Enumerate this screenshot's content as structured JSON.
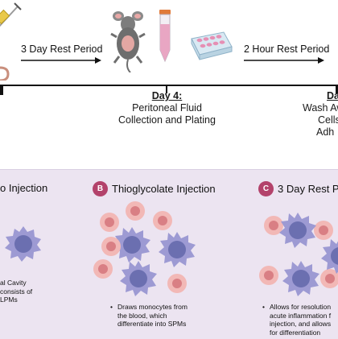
{
  "timeline": {
    "rest1": "3 Day Rest Period",
    "rest2": "2 Hour Rest Period",
    "day4_title": "Day 4:",
    "day4_line1": "Peritoneal Fluid",
    "day4_line2": "Collection and Plating",
    "dayNext_title": "Da",
    "dayNext_line1": "Wash Aw",
    "dayNext_line2": "Cells",
    "dayNext_line3": "Adh"
  },
  "panels": {
    "a": {
      "title": "o Injection",
      "note_lines": [
        "al Cavity",
        "consists of",
        "LPMs"
      ]
    },
    "b": {
      "badge": "B",
      "title": "Thioglycolate Injection",
      "note_line1": "Draws monocytes from",
      "note_line2": "the blood, which",
      "note_line3": "differentiate into SPMs"
    },
    "c": {
      "badge": "C",
      "title": "3 Day Rest Pe",
      "note_line1": "Allows for resolution",
      "note_line2": "acute inflammation f",
      "note_line3": "injection, and allows",
      "note_line4": "for differentiation"
    }
  },
  "colors": {
    "panel_bg": "#ece4f1",
    "badge": "#b3426b",
    "lpm_cell": "#9d9ad3",
    "spm_cell": "#f2b8b6",
    "nucleus": "#6b6fb0",
    "spm_nucleus": "#d97f84"
  }
}
